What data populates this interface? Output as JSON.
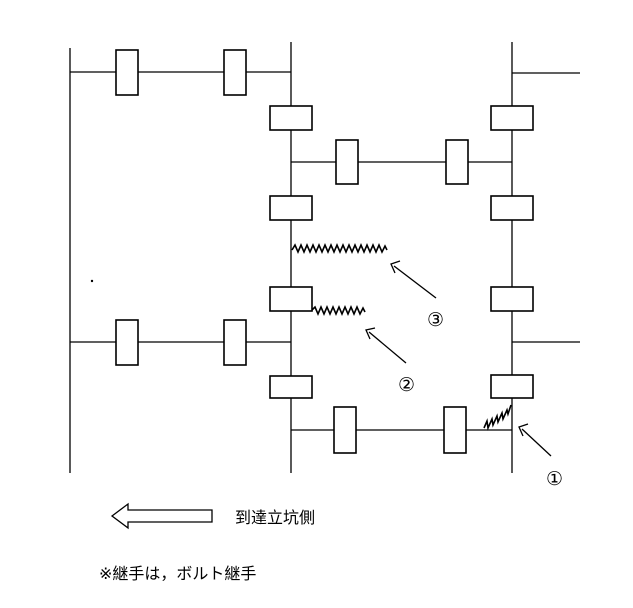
{
  "labels": {
    "crack_1": "①",
    "crack_2": "②",
    "crack_3": "③"
  },
  "legend": {
    "direction_text": "到達立坑側"
  },
  "note": "※継手は，ボルト継手"
}
